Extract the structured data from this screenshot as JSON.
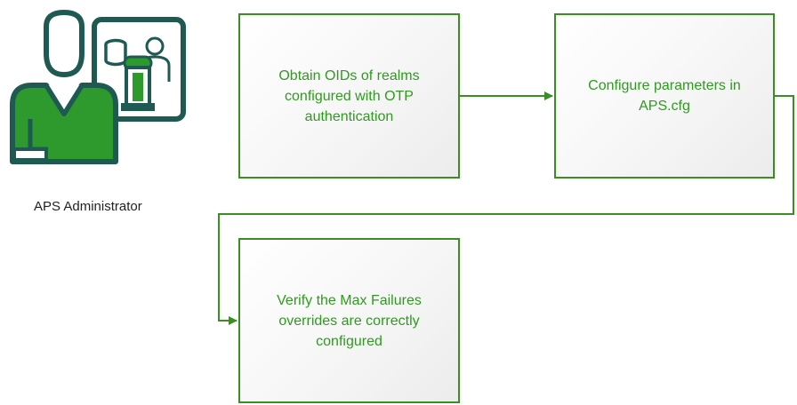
{
  "actor": {
    "label": "APS Administrator",
    "icon": "administrator-with-database-and-user-icon"
  },
  "steps": [
    {
      "text": "Obtain OIDs of realms configured with OTP authentication"
    },
    {
      "text": "Configure parameters in APS.cfg"
    },
    {
      "text": "Verify the Max Failures overrides are correctly configured"
    }
  ],
  "colors": {
    "accent_green": "#2f9a1f",
    "border_green": "#3a8f24",
    "icon_dark": "#1f5a52",
    "icon_green": "#2e9a2e"
  }
}
